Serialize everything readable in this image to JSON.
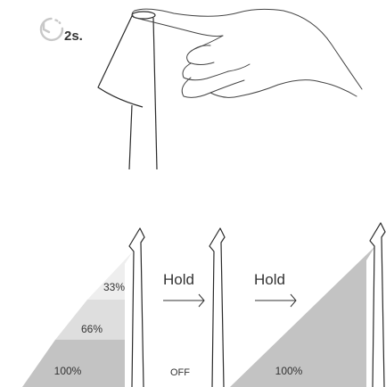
{
  "timer": {
    "icon": "clock-icon",
    "label": "2s."
  },
  "steps": {
    "levels": [
      "33%",
      "66%",
      "100%"
    ],
    "hold_label_1": "Hold",
    "off_label": "OFF",
    "hold_label_2": "Hold",
    "full_label": "100%"
  },
  "colors": {
    "line": "#2a2a2a",
    "icon": "#c8c8c8",
    "light_33": "#eeeeee",
    "light_66": "#dedede",
    "light_100": "#c3c3c3",
    "label": "#333333"
  }
}
